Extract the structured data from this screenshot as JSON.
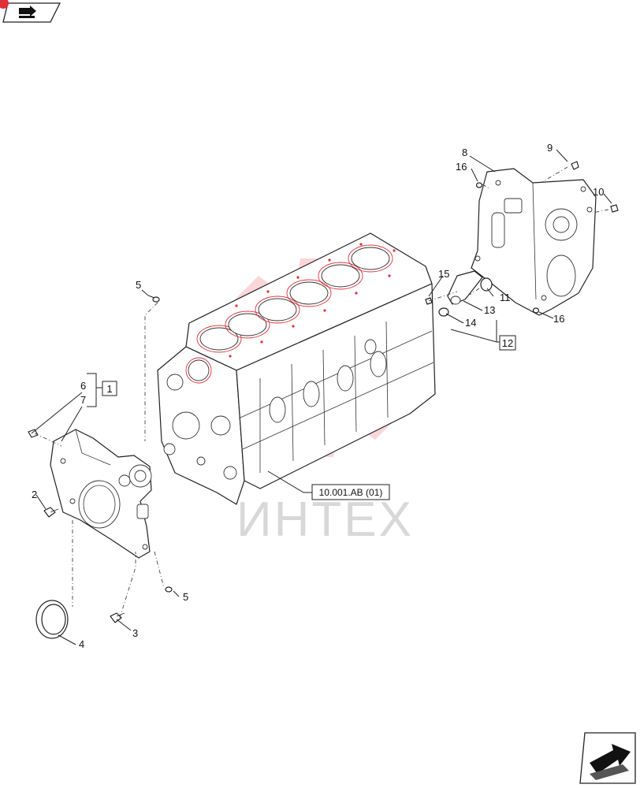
{
  "diagram": {
    "watermark": "ИНТЕХ",
    "main_reference": "10.001.AB (01)",
    "group_boxes": [
      "1",
      "12"
    ],
    "callouts": [
      "2",
      "3",
      "4",
      "5",
      "5",
      "6",
      "7",
      "8",
      "9",
      "10",
      "11",
      "13",
      "14",
      "15",
      "16",
      "16"
    ]
  },
  "colors": {
    "accent": "#e0303a",
    "watermark": "#d8d8d8"
  },
  "icons": {
    "top_left": "book-arrow-icon",
    "bottom_right": "next-page-arrow-icon"
  }
}
